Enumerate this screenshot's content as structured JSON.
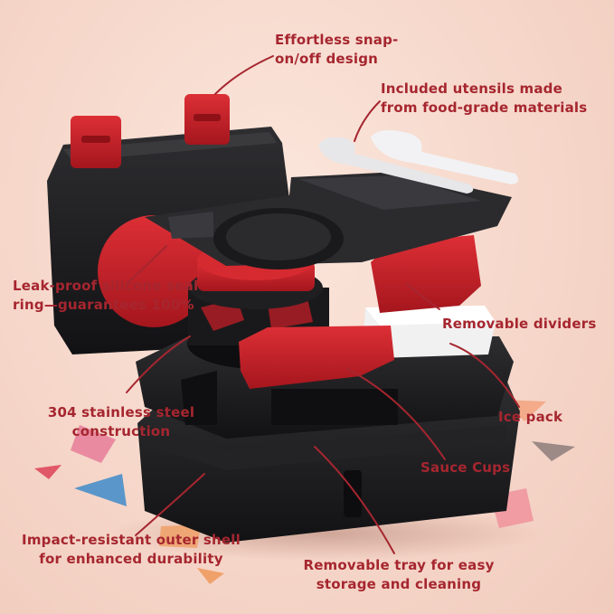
{
  "labels": {
    "snap": "Effortless snap-\non/off design",
    "utensils": "Included utensils made\nfrom food-grade materials",
    "seal": "Leak-proof silicone seal\nring—guarantees 100%",
    "dividers": "Removable dividers",
    "steel": "304 stainless steel\nconstruction",
    "ice": "Ice pack",
    "sauce": "Sauce Cups",
    "shell": "Impact-resistant outer shell\nfor enhanced durability",
    "tray": "Removable tray for easy\nstorage and cleaning"
  },
  "colors": {
    "accent_text": "#a6262f",
    "background": "#f6d7ca",
    "product_black": "#1b1b1d",
    "product_red": "#c8222a",
    "ice_pack": "#eeeeee"
  }
}
